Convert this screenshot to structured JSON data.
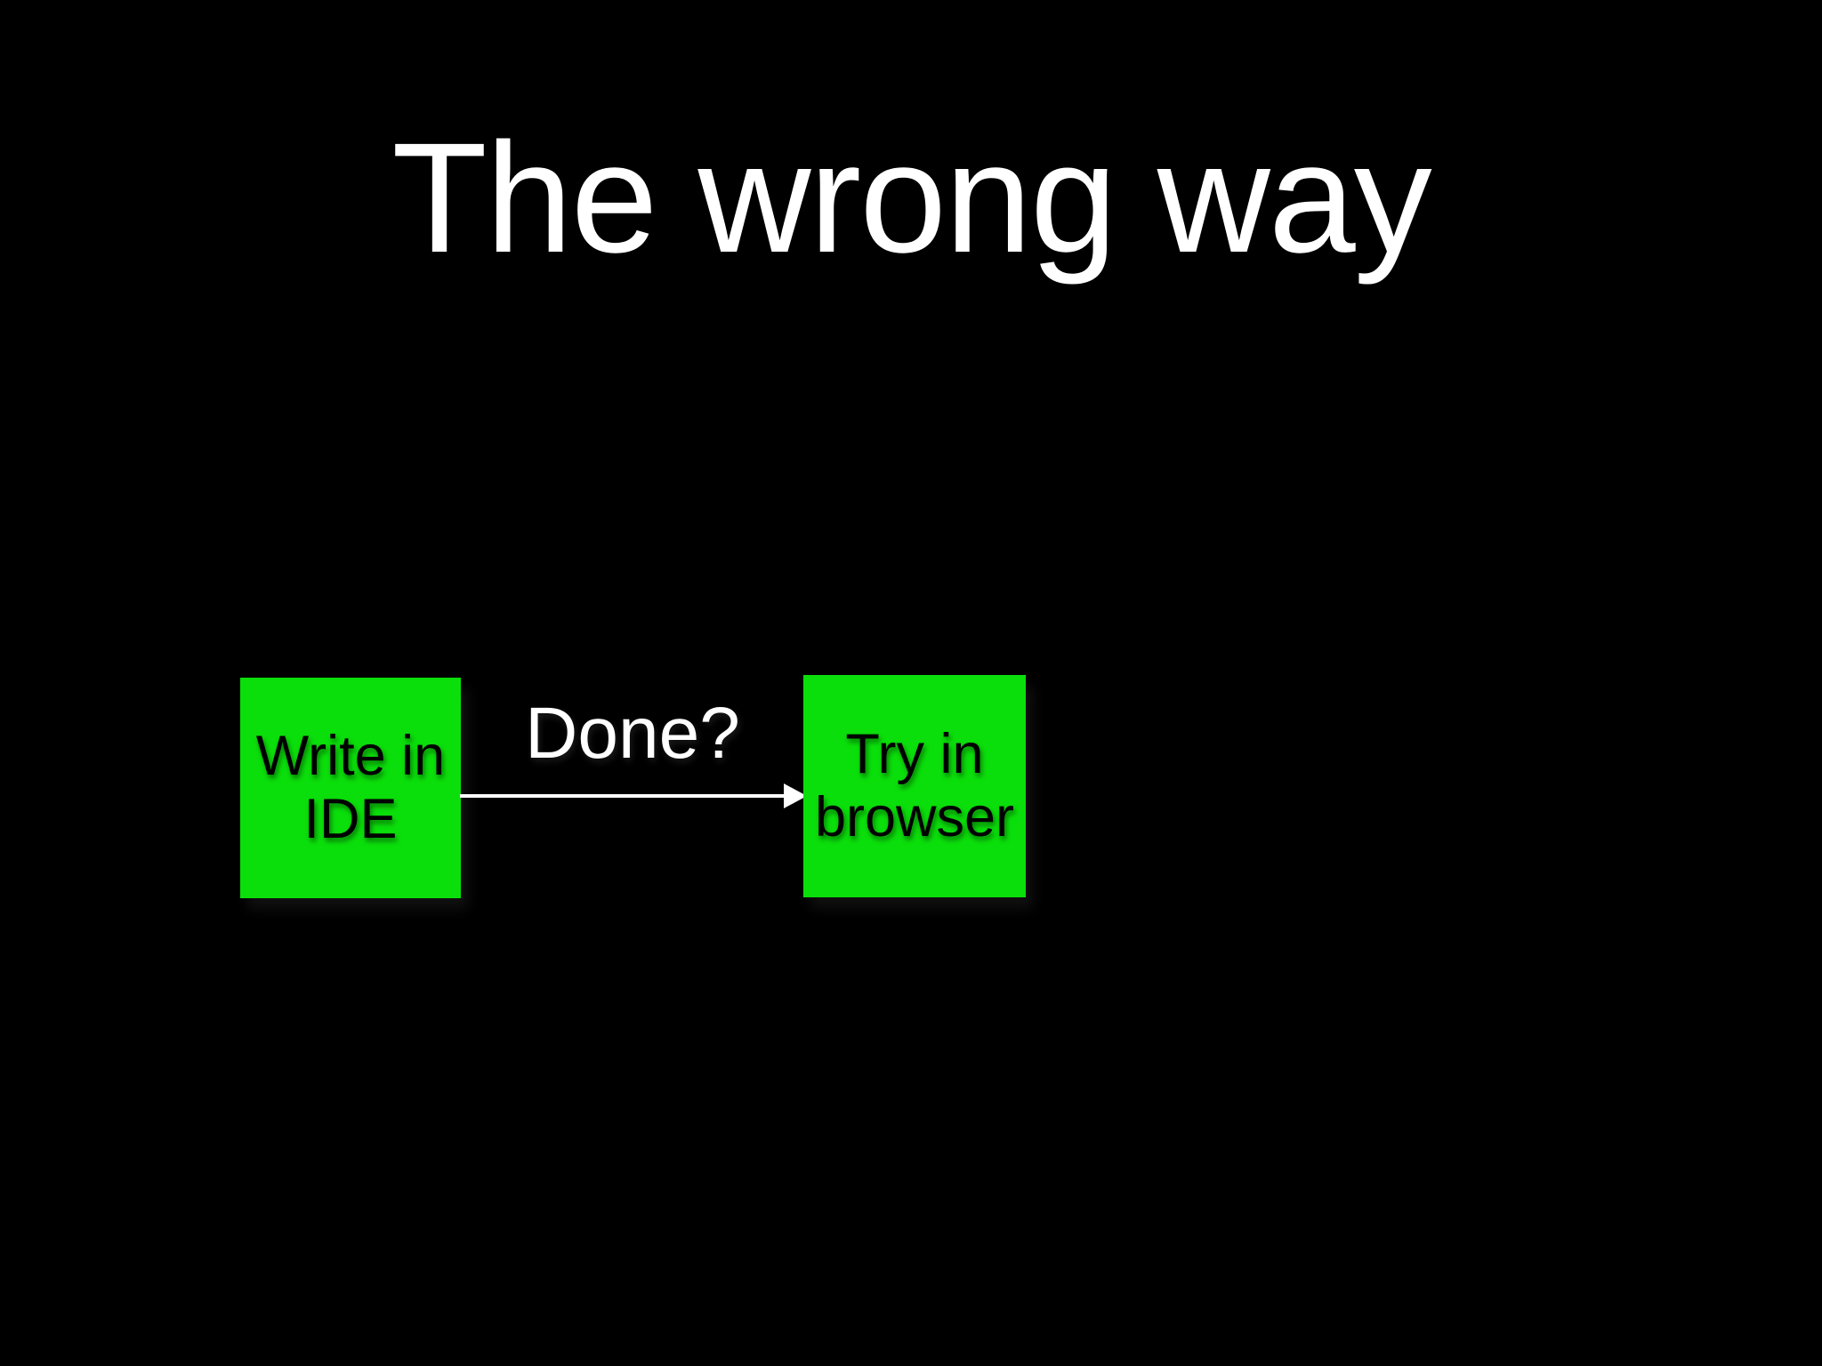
{
  "slide": {
    "title": "The wrong way",
    "colors": {
      "background": "#000000",
      "title_text": "#ffffff",
      "node_fill": "#0bdf0b",
      "node_text": "#000000",
      "arrow": "#ffffff",
      "edge_label_text": "#ffffff"
    }
  },
  "diagram": {
    "nodes": [
      {
        "id": "write-in-ide",
        "line1": "Write in",
        "line2": "IDE"
      },
      {
        "id": "try-in-browser",
        "line1": "Try in",
        "line2": "browser"
      }
    ],
    "edge": {
      "label": "Done?"
    }
  }
}
